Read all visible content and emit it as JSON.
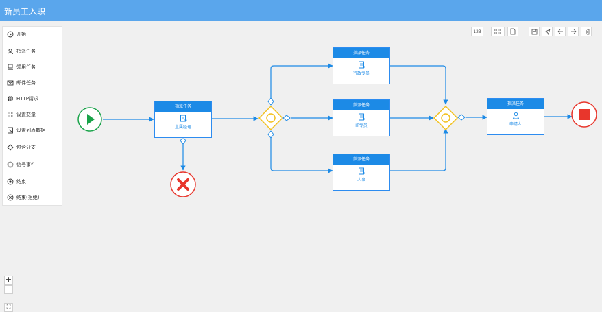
{
  "header": {
    "title": "新员工入职"
  },
  "palette": {
    "items": [
      {
        "label": "开始",
        "icon": "play-circle-icon"
      },
      {
        "label": "指派任务",
        "icon": "user-task-icon"
      },
      {
        "label": "领用任务",
        "icon": "claim-task-icon"
      },
      {
        "label": "邮件任务",
        "icon": "mail-icon"
      },
      {
        "label": "HTTP请求",
        "icon": "globe-icon"
      },
      {
        "label": "设置变量",
        "icon": "variable-icon"
      },
      {
        "label": "设置列表数据",
        "icon": "list-data-icon"
      },
      {
        "label": "包含分支",
        "icon": "gateway-icon"
      },
      {
        "label": "信号事件",
        "icon": "signal-icon"
      },
      {
        "label": "结束",
        "icon": "end-circle-icon"
      },
      {
        "label": "结束(拒绝)",
        "icon": "reject-circle-icon"
      }
    ]
  },
  "toolbar": {
    "buttons": [
      {
        "label": "123",
        "icon": "number-icon"
      },
      {
        "label": "",
        "icon": "variable-icon"
      },
      {
        "label": "",
        "icon": "file-icon"
      },
      {
        "label": "",
        "icon": "save-icon"
      },
      {
        "label": "",
        "icon": "send-icon"
      },
      {
        "label": "",
        "icon": "undo-icon"
      },
      {
        "label": "",
        "icon": "redo-icon"
      },
      {
        "label": "",
        "icon": "exit-icon"
      }
    ]
  },
  "zoom": {
    "in": "+",
    "out": "−",
    "fit": "⛶"
  },
  "diagram": {
    "tasks": [
      {
        "id": "t1",
        "header": "指派任务",
        "label": "直属经理",
        "icon": "document-icon"
      },
      {
        "id": "t2",
        "header": "指派任务",
        "label": "行政专员",
        "icon": "document-icon"
      },
      {
        "id": "t3",
        "header": "指派任务",
        "label": "IT专员",
        "icon": "document-icon"
      },
      {
        "id": "t4",
        "header": "指派任务",
        "label": "人事",
        "icon": "document-icon"
      },
      {
        "id": "t5",
        "header": "指派任务",
        "label": "申请人",
        "icon": "users-icon"
      }
    ],
    "colors": {
      "task": "#1c8ae6",
      "flow": "#1c8ae6",
      "start": "#1aa34a",
      "gateway": "#f2c01d",
      "end": "#e8362c"
    }
  }
}
